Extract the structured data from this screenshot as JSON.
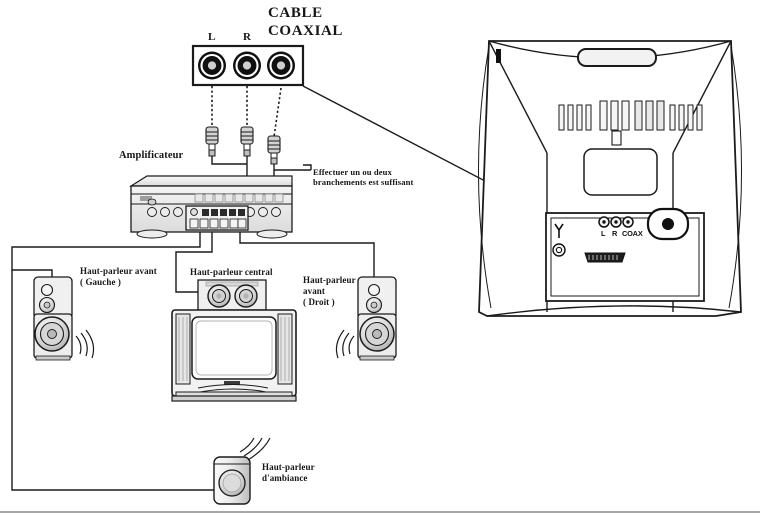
{
  "diagram": {
    "title_heading": "CABLE\nCOAXIAL",
    "jack_labels": {
      "left": "L",
      "right": "R"
    },
    "amplifier_label": "Amplificateur",
    "note": "Effectuer un ou deux\nbranchements est suffisant",
    "speakers": {
      "front_left": "Haut-parleur avant\n( Gauche )",
      "center": "Haut-parleur central",
      "front_right": "Haut-parleur\navant\n( Droit )",
      "surround": "Haut-parleur\nd'ambiance"
    },
    "rear_panel": {
      "audio_left": "L",
      "audio_right": "R",
      "coaxial": "COAX"
    },
    "colors": {
      "line": "#1b1b1b",
      "background": "#ffffff",
      "jack_black": "#101010",
      "body_gray": "#e3e3e3"
    },
    "icons": {
      "antenna": "antenna-icon",
      "rca_jack": "rca-jack-icon",
      "scart": "scart-connector-icon",
      "sound_waves": "sound-wave-icon"
    }
  }
}
